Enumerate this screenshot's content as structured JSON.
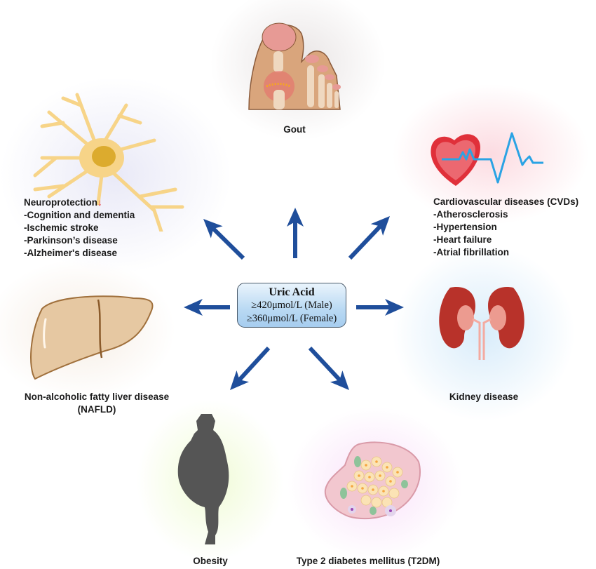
{
  "center": {
    "title": "Uric Acid",
    "thresholds": [
      "≥420μmol/L (Male)",
      "≥360μmol/L (Female)"
    ],
    "icon": "uric-acid-box"
  },
  "nodes": {
    "gout": {
      "label": "Gout",
      "icon": "gout-toe-icon"
    },
    "neuro": {
      "heading": "Neuroprotection",
      "heading_marker": "↓",
      "items": [
        "-Cognition and dementia",
        "-Ischemic stroke",
        "-Parkinson’s disease",
        "-Alzheimer's disease"
      ],
      "icon": "neuron-icon"
    },
    "cvd": {
      "heading": "Cardiovascular diseases (CVDs)",
      "items": [
        "-Atherosclerosis",
        "-Hypertension",
        "-Heart failure",
        "-Atrial fibrillation"
      ],
      "icon": "heart-ecg-icon"
    },
    "nafld": {
      "label_lines": [
        "Non-alcoholic fatty liver disease",
        "(NAFLD)"
      ],
      "icon": "liver-icon"
    },
    "kidney": {
      "label": "Kidney disease",
      "icon": "kidney-icon"
    },
    "obesity": {
      "label": "Obesity",
      "icon": "obese-silhouette-icon"
    },
    "t2dm": {
      "label": "Type 2 diabetes mellitus (T2DM)",
      "icon": "pancreatic-islet-icon"
    }
  },
  "colors": {
    "arrow": "#1f4e9b",
    "marker_red": "#e0201c",
    "box_fill": "#b9d9f3",
    "text": "#1a1a1a"
  },
  "arrows": [
    {
      "name": "arrow-to-neuroprotection",
      "target": "neuro"
    },
    {
      "name": "arrow-to-gout",
      "target": "gout"
    },
    {
      "name": "arrow-to-cvd",
      "target": "cvd"
    },
    {
      "name": "arrow-to-nafld",
      "target": "nafld"
    },
    {
      "name": "arrow-to-kidney",
      "target": "kidney"
    },
    {
      "name": "arrow-to-obesity",
      "target": "obesity"
    },
    {
      "name": "arrow-to-t2dm",
      "target": "t2dm"
    }
  ]
}
